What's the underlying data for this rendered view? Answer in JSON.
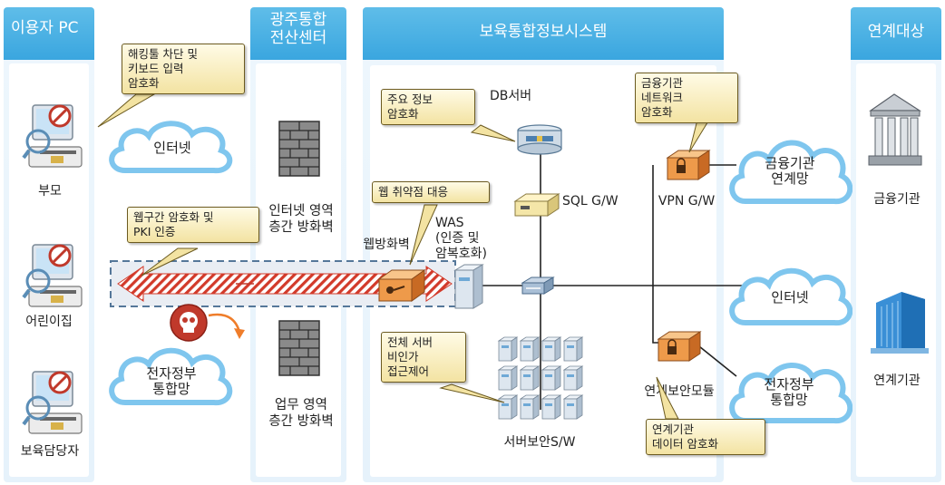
{
  "columns": {
    "user_pc": "이용자\nPC",
    "gwangju_center": "광주통합\n전산센터",
    "integrated_system": "보육통합정보시스템",
    "linked_target": "연계대상"
  },
  "users": {
    "parent": "부모",
    "daycare": "어린이집",
    "staff": "보육담당자"
  },
  "clouds": {
    "internet_left": "인터넷",
    "egov_left": "전자정부\n통합망",
    "finance_net": "금융기관\n연계망",
    "internet_right": "인터넷",
    "egov_right": "전자정부\n통합망"
  },
  "callouts": {
    "hacking_tool": "해킹툴 차단 및\n키보드 입력\n암호화",
    "web_encrypt": "웹구간 암호화 및\nPKI 인증",
    "db_encrypt": "주요 정보\n암호화",
    "web_vuln": "웹 취약점 대응",
    "finance_encrypt": "금융기관\n네트워크\n암호화",
    "server_access": "전체 서버\n비인가\n접근제어",
    "linked_encrypt": "연계기관\n데이터 암호화"
  },
  "labels": {
    "internet_firewall": "인터넷 영역\n층간 방화벽",
    "business_firewall": "업무 영역\n층간 방화벽",
    "db_server": "DB서버",
    "sql_gw": "SQL G/W",
    "vpn_gw": "VPN G/W",
    "web_firewall": "웹방화벽",
    "was": "WAS\n(인증 및\n암복호화)",
    "server_security": "서버보안S/W",
    "linked_security": "연계보안모듈",
    "finance_inst": "금융기관",
    "linked_inst": "연계기관"
  },
  "colors": {
    "column_header": "#3aa6df",
    "column_bg": "#e9f4fc",
    "callout_fill": "#f6e9b0",
    "tunnel_stripe": "#d23a2a",
    "firewall": "#6e6e6e",
    "device_orange": "#e8843a",
    "skull_red": "#c0392b"
  },
  "icons": {
    "user_pc": "pc-with-magnifier-icon",
    "firewall": "brick-wall-icon",
    "database": "database-icon",
    "gateway": "gateway-box-icon",
    "web_firewall": "web-firewall-icon",
    "server": "server-icon",
    "switch": "switch-icon",
    "vpn": "vpn-device-icon",
    "bank": "bank-building-icon",
    "office": "office-building-icon",
    "threat": "skull-icon"
  }
}
